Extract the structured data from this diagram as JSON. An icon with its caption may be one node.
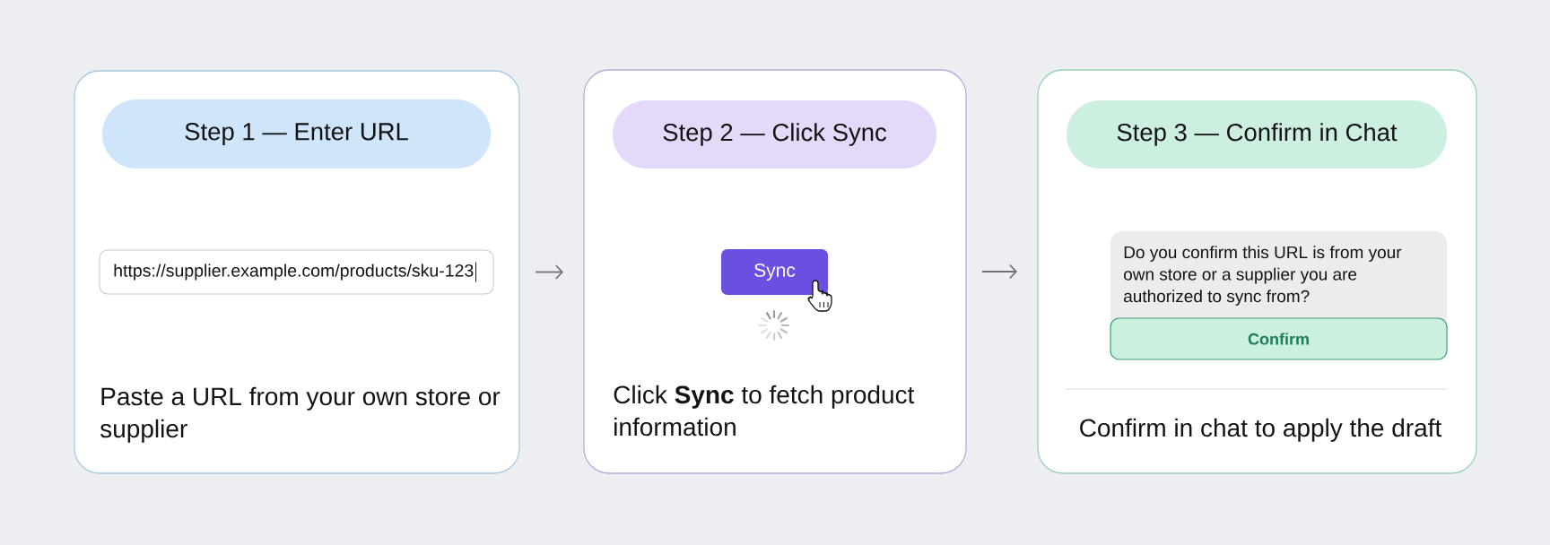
{
  "diagram": {
    "nodes": [
      {
        "text": [
          "Paste a URL from your own store or supplier"
        ]
      },
      {
        "text": [
          "Step 1 — Enter URL"
        ],
        "in": 0
      },
      {
        "text": [
          "https://supplier.example.com/products/sku-123"
        ],
        "in": 0
      },
      {
        "text": [
          "Click **Sync** to fetch product information"
        ]
      },
      {
        "text": [
          "Step 2 — Click Sync"
        ],
        "in": 3
      },
      {
        "text": [
          "Sync"
        ],
        "in": 3
      },
      {
        "text": [
          "Confirm in chat to apply the draft"
        ]
      },
      {
        "text": [
          "Step 3 — Confirm in Chat"
        ],
        "in": 6
      },
      {
        "text": [
          "Do you confirm this URL is from your own store or a supplier you are authorized to sync from?"
        ],
        "in": 6
      },
      {
        "text": [
          "Confirm"
        ],
        "in": 8
      }
    ],
    "edges": [
      {
        "from": 0,
        "to": 3,
        "arrow": "to"
      },
      {
        "from": 3,
        "to": 6,
        "arrow": "to"
      }
    ]
  }
}
